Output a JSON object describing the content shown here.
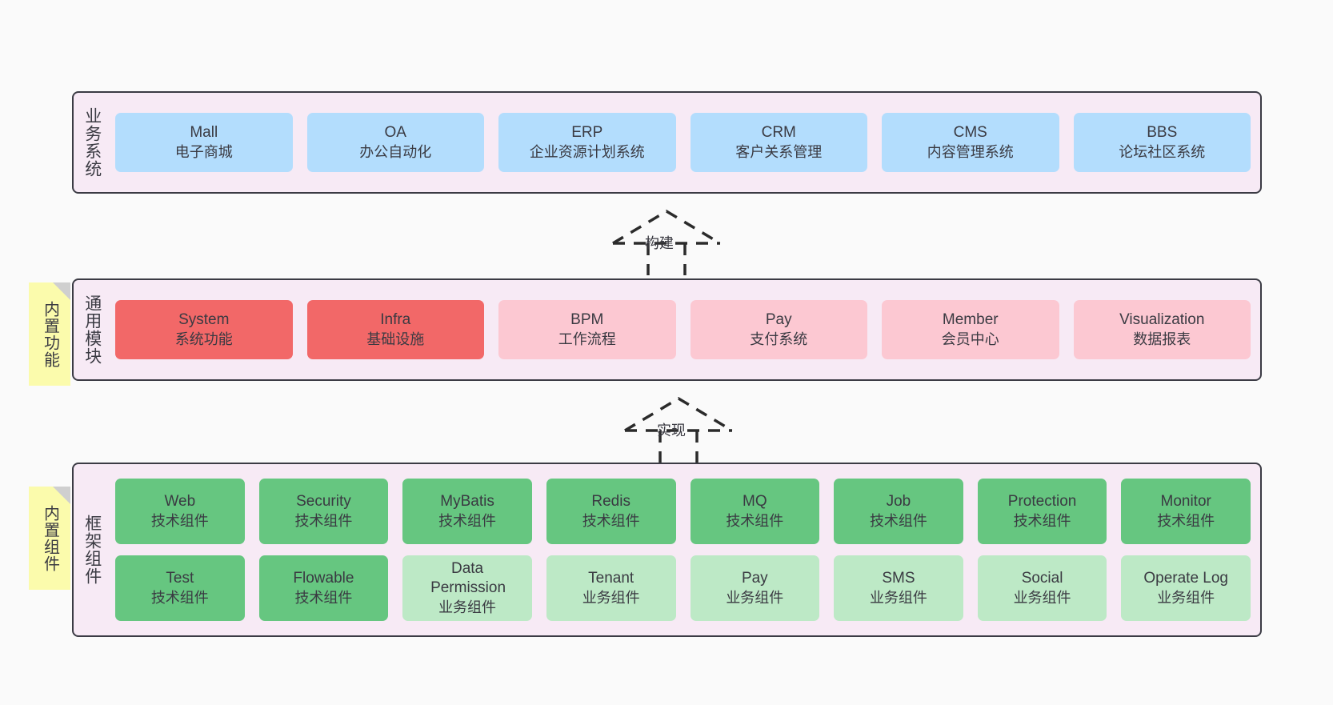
{
  "layers": [
    {
      "id": "business-system",
      "title": "业务系统",
      "rows": [
        {
          "cards": [
            {
              "en": "Mall",
              "cn": "电子商城",
              "color": "#b3ddfd",
              "style": "c-blue"
            },
            {
              "en": "OA",
              "cn": "办公自动化",
              "color": "#b3ddfd",
              "style": "c-blue"
            },
            {
              "en": "ERP",
              "cn": "企业资源计划系统",
              "color": "#b3ddfd",
              "style": "c-blue"
            },
            {
              "en": "CRM",
              "cn": "客户关系管理",
              "color": "#b3ddfd",
              "style": "c-blue"
            },
            {
              "en": "CMS",
              "cn": "内容管理系统",
              "color": "#b3ddfd",
              "style": "c-blue"
            },
            {
              "en": "BBS",
              "cn": "论坛社区系统",
              "color": "#b3ddfd",
              "style": "c-blue"
            }
          ]
        }
      ]
    },
    {
      "id": "common-module",
      "title": "通用模块",
      "note": "内置功能",
      "rows": [
        {
          "cards": [
            {
              "en": "System",
              "cn": "系统功能",
              "color": "#f26868",
              "style": "c-red"
            },
            {
              "en": "Infra",
              "cn": "基础设施",
              "color": "#f26868",
              "style": "c-red"
            },
            {
              "en": "BPM",
              "cn": "工作流程",
              "color": "#fcc8d2",
              "style": "c-pink"
            },
            {
              "en": "Pay",
              "cn": "支付系统",
              "color": "#fcc8d2",
              "style": "c-pink"
            },
            {
              "en": "Member",
              "cn": "会员中心",
              "color": "#fcc8d2",
              "style": "c-pink"
            },
            {
              "en": "Visualization",
              "cn": "数据报表",
              "color": "#fcc8d2",
              "style": "c-pink"
            }
          ]
        }
      ]
    },
    {
      "id": "framework-component",
      "title": "框架组件",
      "note": "内置组件",
      "rows": [
        {
          "cards": [
            {
              "en": "Web",
              "cn": "技术组件",
              "color": "#66c680",
              "style": "c-green"
            },
            {
              "en": "Security",
              "cn": "技术组件",
              "color": "#66c680",
              "style": "c-green"
            },
            {
              "en": "MyBatis",
              "cn": "技术组件",
              "color": "#66c680",
              "style": "c-green"
            },
            {
              "en": "Redis",
              "cn": "技术组件",
              "color": "#66c680",
              "style": "c-green"
            },
            {
              "en": "MQ",
              "cn": "技术组件",
              "color": "#66c680",
              "style": "c-green"
            },
            {
              "en": "Job",
              "cn": "技术组件",
              "color": "#66c680",
              "style": "c-green"
            },
            {
              "en": "Protection",
              "cn": "技术组件",
              "color": "#66c680",
              "style": "c-green"
            },
            {
              "en": "Monitor",
              "cn": "技术组件",
              "color": "#66c680",
              "style": "c-green"
            }
          ]
        },
        {
          "cards": [
            {
              "en": "Test",
              "cn": "技术组件",
              "color": "#66c680",
              "style": "c-green"
            },
            {
              "en": "Flowable",
              "cn": "技术组件",
              "color": "#66c680",
              "style": "c-green"
            },
            {
              "en": "Data Permission",
              "cn": "业务组件",
              "color": "#bde9c6",
              "style": "c-lgreen"
            },
            {
              "en": "Tenant",
              "cn": "业务组件",
              "color": "#bde9c6",
              "style": "c-lgreen"
            },
            {
              "en": "Pay",
              "cn": "业务组件",
              "color": "#bde9c6",
              "style": "c-lgreen"
            },
            {
              "en": "SMS",
              "cn": "业务组件",
              "color": "#bde9c6",
              "style": "c-lgreen"
            },
            {
              "en": "Social",
              "cn": "业务组件",
              "color": "#bde9c6",
              "style": "c-lgreen"
            },
            {
              "en": "Operate Log",
              "cn": "业务组件",
              "color": "#bde9c6",
              "style": "c-lgreen"
            }
          ]
        }
      ]
    }
  ],
  "arrows": [
    {
      "id": "build",
      "label": "构建"
    },
    {
      "id": "implement",
      "label": "实现"
    }
  ],
  "colors": {
    "canvas": "#fafafa",
    "layer_bg": "#f7eaf5",
    "layer_border": "#3b3b44",
    "note_bg": "#fbfbac",
    "note_fold": "#cfcfcf",
    "text": "#3a3a42",
    "blue": "#b3ddfd",
    "red": "#f26868",
    "pink": "#fcc8d2",
    "green": "#66c680",
    "light_green": "#bde9c6"
  }
}
